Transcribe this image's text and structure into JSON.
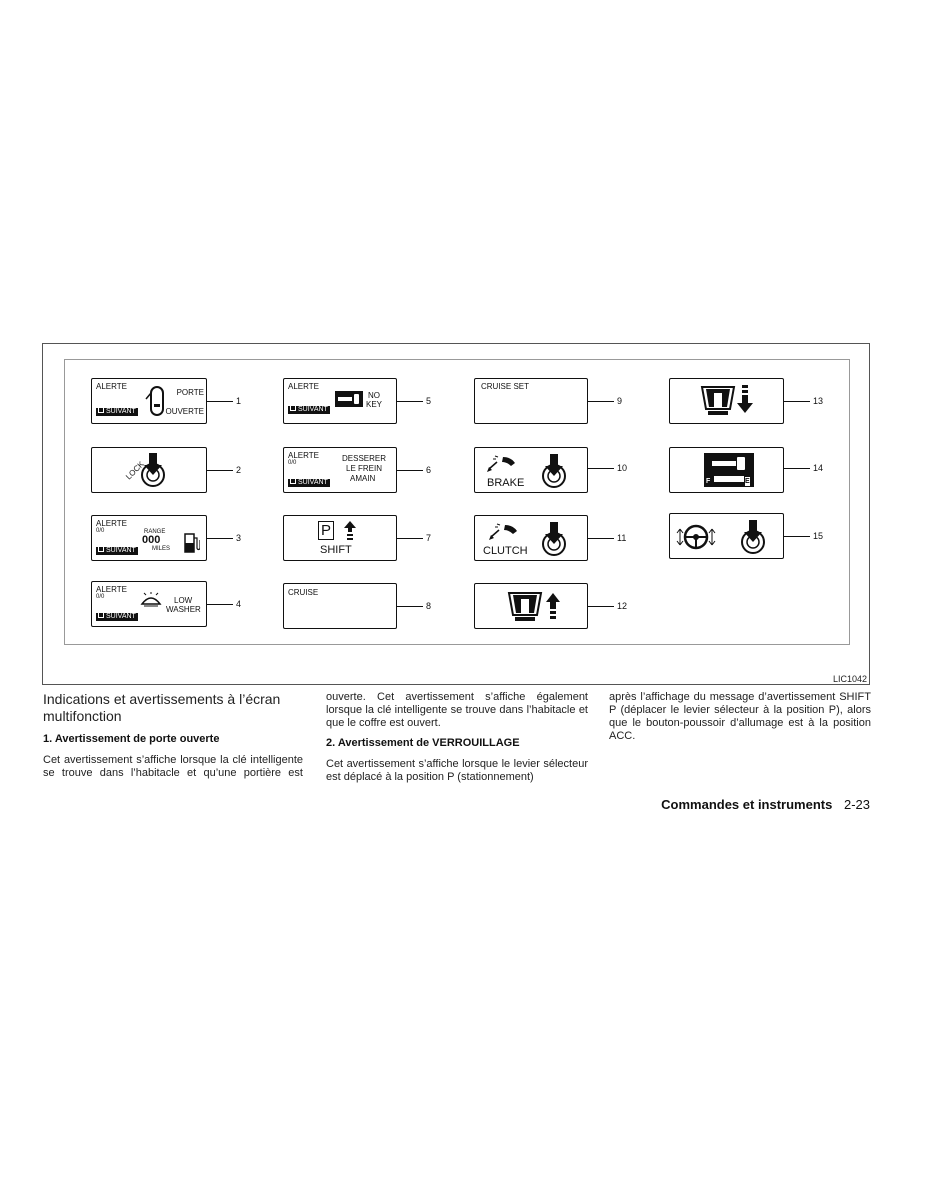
{
  "figure": {
    "code": "LIC1042",
    "panels": [
      {
        "num": "1",
        "alert": "ALERTE",
        "next": "SUIVANT",
        "msg1": "PORTE",
        "msg2": "OUVERTE"
      },
      {
        "num": "2",
        "lock": "LOCK"
      },
      {
        "num": "3",
        "alert": "ALERTE",
        "count": "0/0",
        "next": "SUIVANT",
        "range": "RANGE",
        "value": "000",
        "unit": "MILES"
      },
      {
        "num": "4",
        "alert": "ALERTE",
        "count": "0/0",
        "next": "SUIVANT",
        "msg1": "LOW",
        "msg2": "WASHER"
      },
      {
        "num": "5",
        "alert": "ALERTE",
        "next": "SUIVANT",
        "msg1": "NO",
        "msg2": "KEY"
      },
      {
        "num": "6",
        "alert": "ALERTE",
        "count": "0/0",
        "next": "SUIVANT",
        "msg1": "DESSERER",
        "msg2": "LE FREIN",
        "msg3": "AMAIN"
      },
      {
        "num": "7",
        "p": "P",
        "msg1": "SHIFT"
      },
      {
        "num": "8",
        "msg1": "CRUISE"
      },
      {
        "num": "9",
        "msg1": "CRUISE SET"
      },
      {
        "num": "10",
        "msg1": "BRAKE"
      },
      {
        "num": "11",
        "msg1": "CLUTCH"
      },
      {
        "num": "12"
      },
      {
        "num": "13"
      },
      {
        "num": "14",
        "f": "F",
        "e": "E"
      },
      {
        "num": "15"
      }
    ]
  },
  "text": {
    "section_title": "Indications et avertissements à l’écran multifonction",
    "h1": "1. Avertissement de porte ouverte",
    "p1": "Cet avertissement s’affiche lorsque la clé intelligente se trouve dans l’habitacle et qu’une portière est ouverte. Cet avertissement s’affiche également lorsque la clé intelligente se trouve dans l’habitacle et que le coffre est ouvert.",
    "h2": "2. Avertissement de VERROUILLAGE",
    "p2a": "Cet avertissement s’affiche lorsque le levier sélecteur est déplacé à la position P (stationnement)",
    "p2b": "après l’affichage du message d’avertissement SHIFT P (déplacer le levier sélecteur à la position P), alors que le bouton-poussoir d’allumage est à la position ACC."
  },
  "footer": {
    "section": "Commandes et instruments",
    "page": "2-23"
  }
}
